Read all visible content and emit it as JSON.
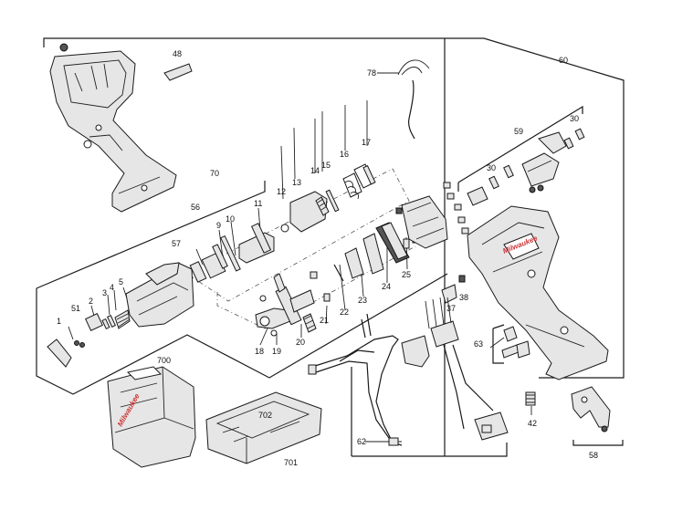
{
  "labels": {
    "l1": "1",
    "l2": "2",
    "l3": "3",
    "l4": "4",
    "l5": "5",
    "l9": "9",
    "l10": "10",
    "l11": "11",
    "l12": "12",
    "l13": "13",
    "l14": "14",
    "l15": "15",
    "l16": "16",
    "l17": "17",
    "l18": "18",
    "l19": "19",
    "l20": "20",
    "l21": "21",
    "l22": "22",
    "l23": "23",
    "l24": "24",
    "l25": "25",
    "l30a": "30",
    "l30b": "30",
    "l37": "37",
    "l38": "38",
    "l42": "42",
    "l48": "48",
    "l51": "51",
    "l56": "56",
    "l57": "57",
    "l58": "58",
    "l59": "59",
    "l60": "60",
    "l62": "62",
    "l63": "63",
    "l70": "70",
    "l78": "78",
    "l700": "700",
    "l701": "701",
    "l702": "702"
  },
  "branding": {
    "case_logo": "Milwaukee",
    "tool_logo": "Milwaukee"
  },
  "colors": {
    "line": "#1a1a1a",
    "part_fill": "#e6e6e6",
    "brand": "#cc3333"
  }
}
